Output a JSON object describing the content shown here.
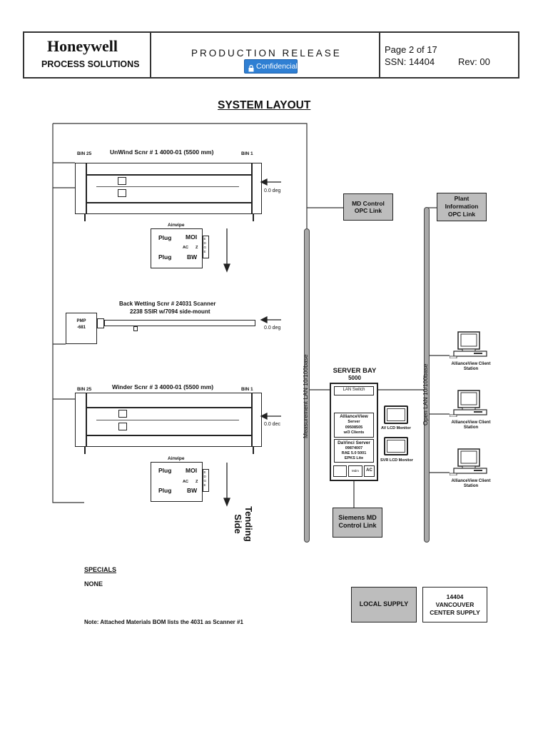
{
  "header": {
    "company": "Honeywell",
    "division": "PROCESS SOLUTIONS",
    "release": "PRODUCTION RELEASE",
    "confidential_badge": "Confidencial",
    "page": "Page 2 of 17",
    "ssn": "SSN: 14404",
    "rev": "Rev: 00"
  },
  "title": "SYSTEM LAYOUT",
  "scanners": {
    "unwind": {
      "name": "UnWind Scnr # 1  4000-01 (5500 mm)",
      "bin_left": "BIN 25",
      "bin_right": "BIN 1",
      "angle": "0.0 deg"
    },
    "back_wetting": {
      "line1": "Back Wetting Scnr # 24031 Scanner",
      "line2": "2238 SSIR w/7094 side-mount",
      "angle": "0.0 deg",
      "pmp_line1": "PMP",
      "pmp_line2": "-681"
    },
    "winder": {
      "name": "Winder Scnr # 3  4000-01 (5500 mm)",
      "bin_left": "BIN 25",
      "bin_right": "BIN 1",
      "angle": "0.0 dec"
    }
  },
  "airwipe_top": {
    "title": "Airwipe",
    "plug1": "Plug",
    "moi": "MOI",
    "ac": "AC",
    "z": "Z",
    "plug2": "Plug",
    "bw": "BW",
    "edge": "EDGE"
  },
  "airwipe_bottom": {
    "title": "Airwipe",
    "plug1": "Plug",
    "moi": "MOI",
    "ac": "AC",
    "z": "Z",
    "plug2": "Plug",
    "bw": "BW",
    "edge": "EDGE"
  },
  "tending_side": "Tending Side",
  "measurement_lan": "Measurement LAN 10/100base",
  "open_lan": "Open LAN 10/100base",
  "md_control": "MD Control OPC Link",
  "plant_info": "Plant Information OPC Link",
  "server_bay": {
    "title_line1": "SERVER BAY",
    "title_line2": "5000",
    "lan_switch": "LAN Switch",
    "alliance_line1": "AllianceView",
    "alliance_line2": "Server",
    "alliance_line3": "09508505",
    "alliance_line4": "w/3 Clients",
    "davinci_line1": "DaVinci Server",
    "davinci_line2": "09874007",
    "davinci_line3": "RAE 5.0 5001",
    "davinci_line4": "EPKS Lite",
    "small_box": "Mdm",
    "ac": "AC"
  },
  "av_monitor": "AV LCD Monitor",
  "svr_monitor": "SVR LCD Monitor",
  "client_stations": [
    "AllianceView Client Station",
    "AllianceView Client Station",
    "AllianceView Client Station"
  ],
  "siemens": "Siemens MD Control Link",
  "specials_heading": "SPECIALS",
  "specials_value": "NONE",
  "note": "Note: Attached Materials BOM lists the 4031 as Scanner #1",
  "local_supply": "LOCAL SUPPLY",
  "vancouver_line1": "14404",
  "vancouver_line2": "VANCOUVER",
  "vancouver_line3": "CENTER SUPPLY"
}
